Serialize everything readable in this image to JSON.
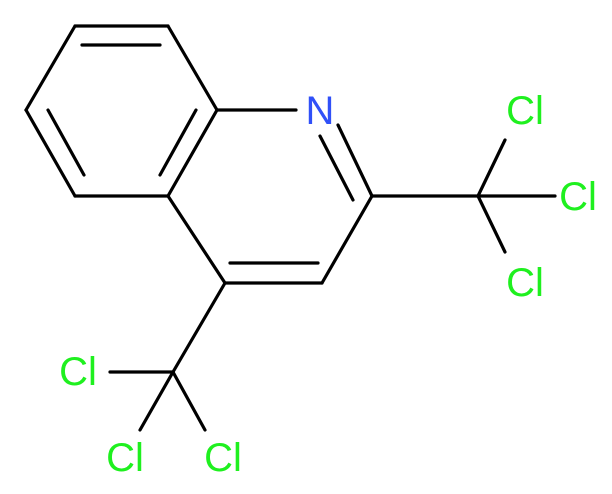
{
  "molecule": {
    "atoms": {
      "N": {
        "label": "N",
        "color": "#3050F8"
      },
      "Cl_1": {
        "label": "Cl",
        "color": "#1FF01F"
      },
      "Cl_2": {
        "label": "Cl",
        "color": "#1FF01F"
      },
      "Cl_3": {
        "label": "Cl",
        "color": "#1FF01F"
      },
      "Cl_4": {
        "label": "Cl",
        "color": "#1FF01F"
      },
      "Cl_5": {
        "label": "Cl",
        "color": "#1FF01F"
      },
      "Cl_6": {
        "label": "Cl",
        "color": "#1FF01F"
      }
    },
    "colors": {
      "bond": "#000000",
      "nitrogen": "#3050F8",
      "chlorine": "#1FF01F"
    }
  }
}
